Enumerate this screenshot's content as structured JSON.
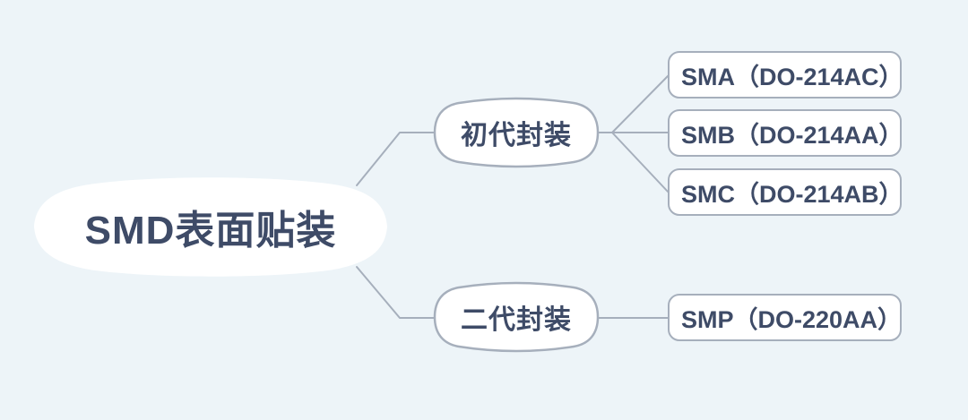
{
  "theme": {
    "background": "#edf4f8",
    "node_fill": "#ffffff",
    "node_border": "#a6afbc",
    "connector_color": "#a6afbc",
    "text_color": "#3e4b67"
  },
  "mindmap": {
    "root": {
      "label": "SMD表面贴装"
    },
    "branches": [
      {
        "label": "初代封装",
        "children": [
          "SMA（DO-214AC）",
          "SMB（DO-214AA）",
          "SMC（DO-214AB）"
        ]
      },
      {
        "label": "二代封装",
        "children": [
          "SMP（DO-220AA）"
        ]
      }
    ]
  }
}
